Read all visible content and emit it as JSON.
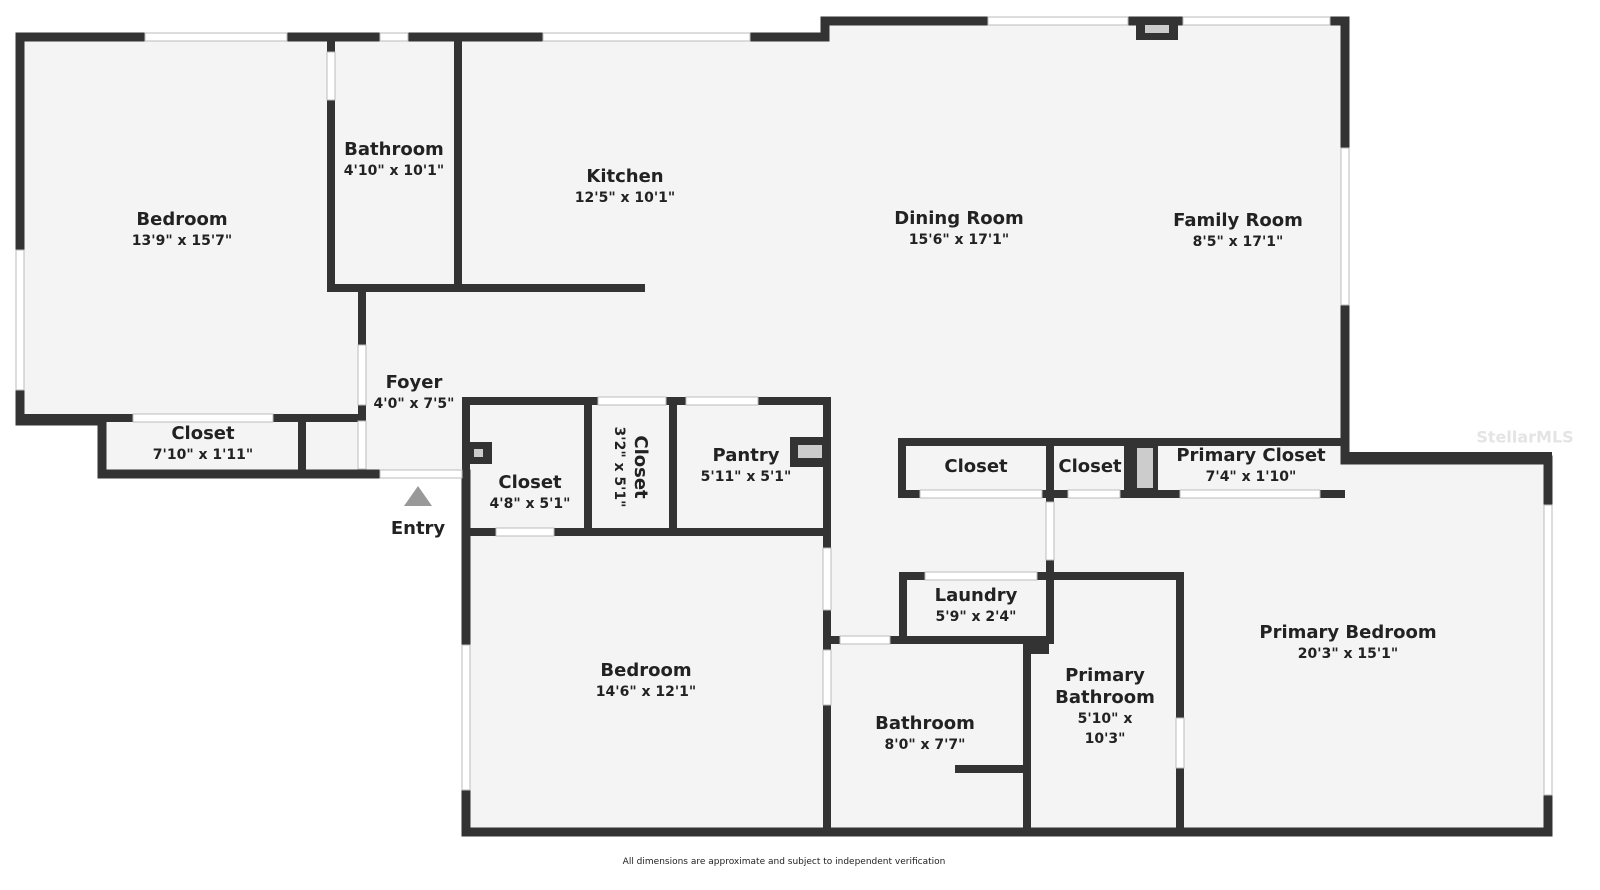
{
  "rooms": [
    {
      "name": "Bedroom",
      "dims": "13'9\" x 15'7\""
    },
    {
      "name": "Bathroom",
      "dims": "4'10\" x 10'1\""
    },
    {
      "name": "Kitchen",
      "dims": "12'5\" x 10'1\""
    },
    {
      "name": "Dining Room",
      "dims": "15'6\" x 17'1\""
    },
    {
      "name": "Family Room",
      "dims": "8'5\" x 17'1\""
    },
    {
      "name": "Foyer",
      "dims": "4'0\" x 7'5\""
    },
    {
      "name": "Closet",
      "dims": "7'10\" x 1'11\""
    },
    {
      "name": "Closet",
      "dims": "4'8\" x 5'1\""
    },
    {
      "name": "Closet",
      "dims": "3'2\" x 5'1\""
    },
    {
      "name": "Pantry",
      "dims": "5'11\" x 5'1\""
    },
    {
      "name": "Closet",
      "dims": ""
    },
    {
      "name": "Closet",
      "dims": ""
    },
    {
      "name": "Primary Closet",
      "dims": "7'4\" x 1'10\""
    },
    {
      "name": "Laundry",
      "dims": "5'9\" x 2'4\""
    },
    {
      "name": "Bedroom",
      "dims": "14'6\" x 12'1\""
    },
    {
      "name": "Bathroom",
      "dims": "8'0\" x 7'7\""
    },
    {
      "name": "Primary Bathroom",
      "dims": "5'10\" x 10'3\""
    },
    {
      "name": "Primary Bedroom",
      "dims": "20'3\" x 15'1\""
    }
  ],
  "entry_label": "Entry",
  "footer": "All dimensions are approximate and subject to independent verification",
  "watermark": "StellarMLS",
  "colors": {
    "wall": "#333333",
    "floor": "#f4f4f4",
    "window": "#ffffff"
  }
}
